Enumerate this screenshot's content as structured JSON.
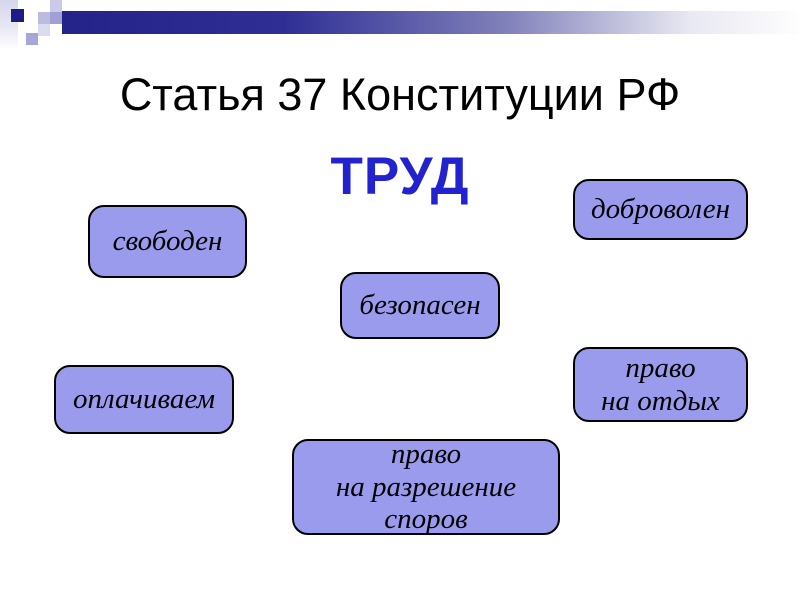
{
  "slide": {
    "title": "Статья 37 Конституции РФ",
    "keyword": "ТРУД",
    "boxes": [
      {
        "id": "svoboden",
        "label": "свободен"
      },
      {
        "id": "dobrovolen",
        "label": "доброволен"
      },
      {
        "id": "bezopasen",
        "label": "безопасен"
      },
      {
        "id": "oplachivaem",
        "label": "оплачиваем"
      },
      {
        "id": "otdyh",
        "label": "право\nна отдых"
      },
      {
        "id": "spory",
        "label": "право\nна разрешение\nспоров"
      }
    ],
    "colors": {
      "keyword_text": "#2222ce",
      "box_fill": "#9b9bee",
      "box_border": "#000000",
      "bar_navy": "#232389",
      "pixel_dark_square": "#1c1c87"
    }
  }
}
